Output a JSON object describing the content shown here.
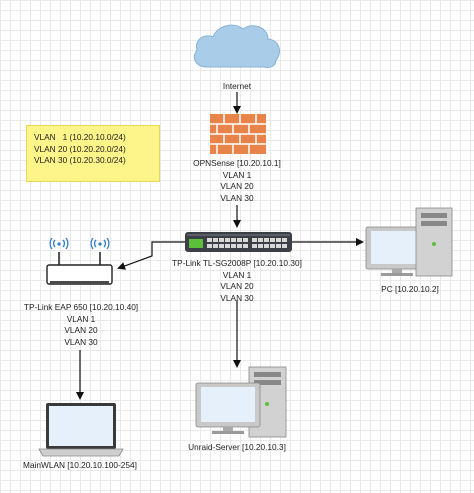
{
  "colors": {
    "cloud": "#a9cde8",
    "brick": "#e8844a",
    "note_bg": "#fdf48a",
    "switch_body": "#3c3f45",
    "switch_port_accent": "#5cbf3a",
    "device_gray": "#c9c9c9",
    "screen_blue": "#e6f0fb"
  },
  "icons": {
    "cloud": "cloud-icon",
    "firewall": "firewall-brick-icon",
    "switch": "network-switch-icon",
    "access_point": "wifi-access-point-icon",
    "pc": "desktop-computer-icon",
    "server": "server-computer-icon",
    "laptop": "laptop-icon"
  },
  "note": {
    "lines": [
      "VLAN   1 (10.20.10.0/24)",
      "VLAN 20 (10.20.20.0/24)",
      "VLAN 30 (10.20.30.0/24)"
    ]
  },
  "internet": {
    "label": "Internet"
  },
  "firewall": {
    "lines": [
      "OPNSense [10.20.10.1]",
      "VLAN 1",
      "VLAN 20",
      "VLAN 30"
    ]
  },
  "switch": {
    "lines": [
      "TP-Link TL-SG2008P [10.20.10.30]",
      "VLAN 1",
      "VLAN 20",
      "VLAN 30"
    ]
  },
  "access_point": {
    "lines": [
      "TP-Link EAP 650 [10.20.10.40]",
      "VLAN 1",
      "VLAN 20",
      "VLAN 30"
    ]
  },
  "pc": {
    "label": "PC [10.20.10.2]"
  },
  "server": {
    "label": "Unraid-Server [10.20.10.3]"
  },
  "laptop": {
    "label": "MainWLAN [10.20.10.100-254]"
  }
}
